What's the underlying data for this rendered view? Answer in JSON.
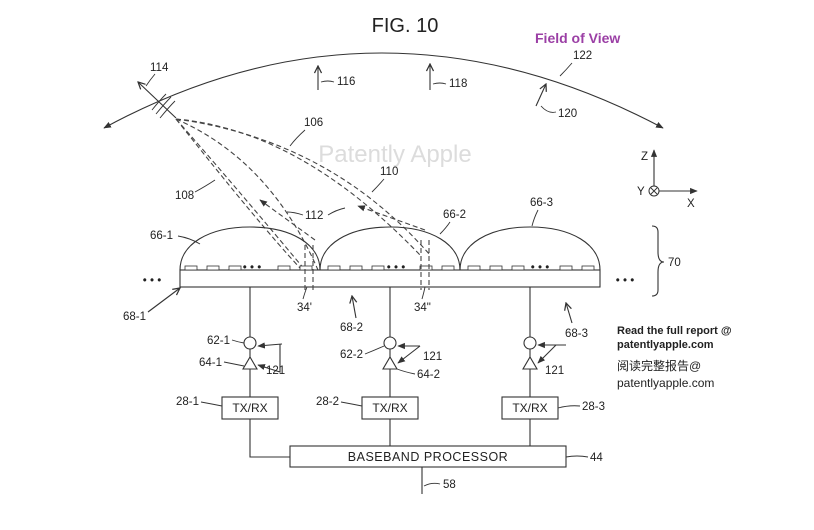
{
  "figure": {
    "title": "FIG. 10",
    "field_of_view_label": "Field of View",
    "field_of_view_color": "#9b3fa5",
    "watermark": "Patently Apple"
  },
  "refs": {
    "r114": "114",
    "r116": "116",
    "r118": "118",
    "r120": "120",
    "r122": "122",
    "r106": "106",
    "r108": "108",
    "r110": "110",
    "r112": "112",
    "r66_1": "66-1",
    "r66_2": "66-2",
    "r66_3": "66-3",
    "r70": "70",
    "r68_1": "68-1",
    "r68_2": "68-2",
    "r68_3": "68-3",
    "r34p": "34'",
    "r34pp": "34\"",
    "r62_1": "62-1",
    "r62_2": "62-2",
    "r64_1": "64-1",
    "r64_2": "64-2",
    "r121a": "121",
    "r121b": "121",
    "r121c": "121",
    "r28_1": "28-1",
    "r28_2": "28-2",
    "r28_3": "28-3",
    "r44": "44",
    "r58": "58"
  },
  "axes": {
    "z": "Z",
    "y": "Y",
    "x": "X"
  },
  "ellipsis": "• • •",
  "blocks": {
    "txrx_1": "TX/RX",
    "txrx_2": "TX/RX",
    "txrx_3": "TX/RX",
    "baseband": "BASEBAND PROCESSOR"
  },
  "promo": {
    "line1": "Read the full report @",
    "line2": "patentlyapple.com",
    "line3": "阅读完整报告@",
    "line4": "patentlyapple.com"
  }
}
